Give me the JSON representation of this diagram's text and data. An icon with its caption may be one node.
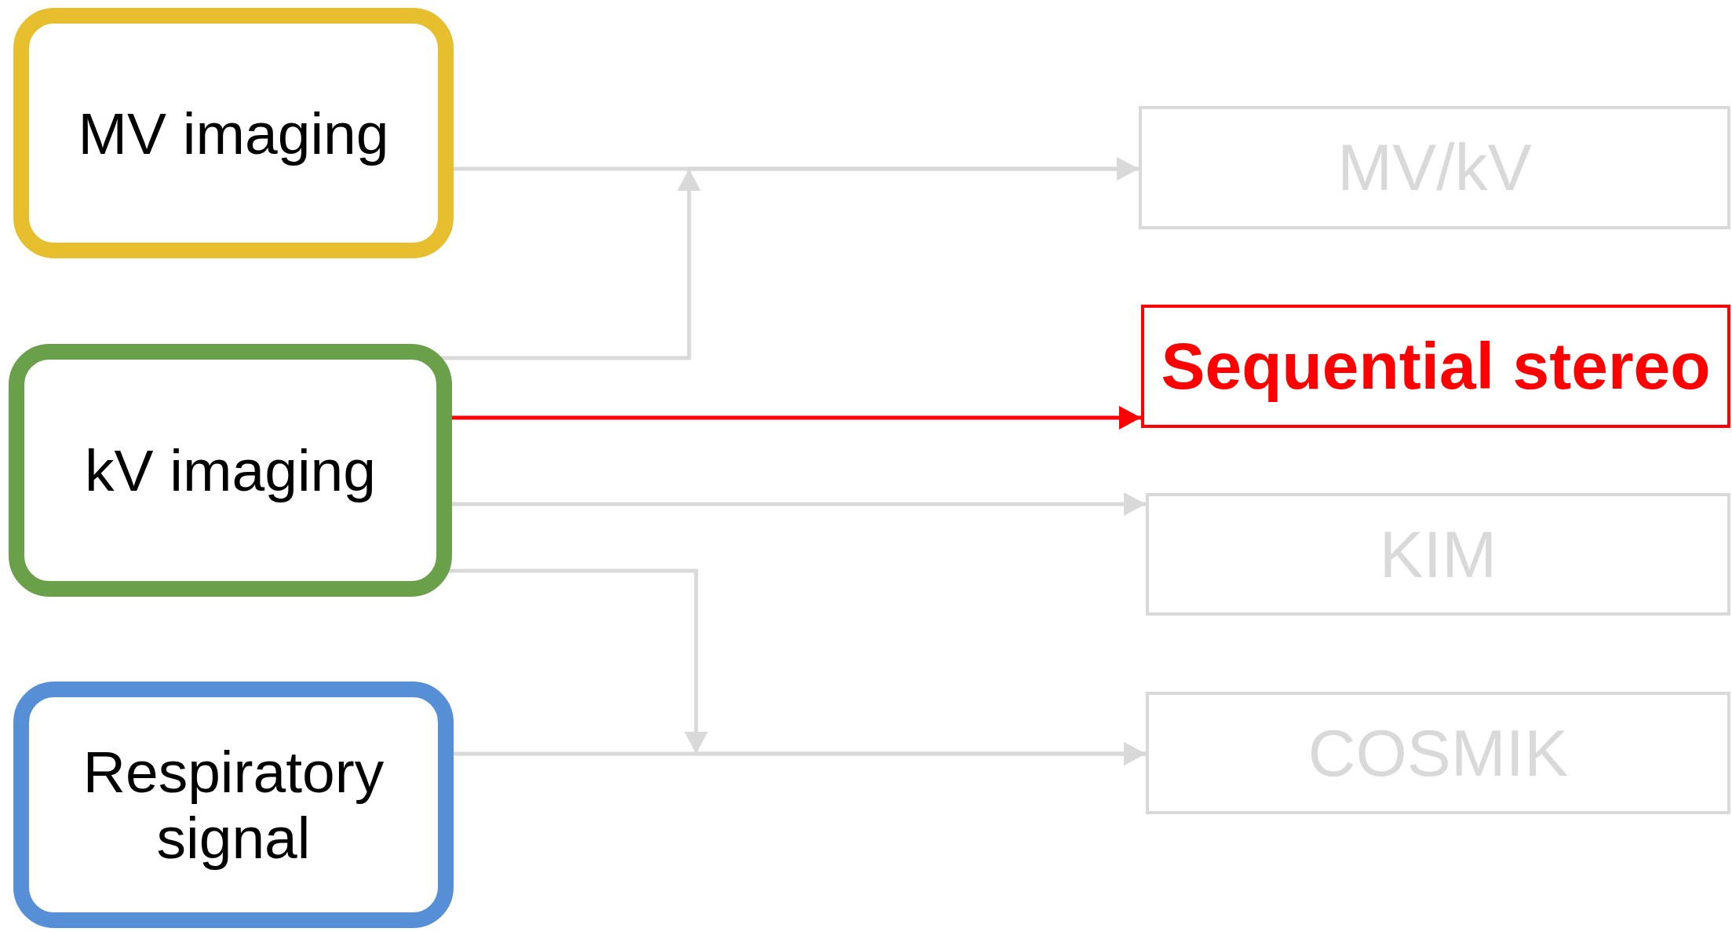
{
  "diagram": {
    "nodes": [
      {
        "text": [
          "MV imaging"
        ]
      },
      {
        "text": [
          "kV imaging"
        ]
      },
      {
        "text": [
          "Respiratory signal"
        ]
      },
      {
        "text": [
          "MV/kV"
        ]
      },
      {
        "text": [
          "Sequential stereo"
        ]
      },
      {
        "text": [
          "KIM"
        ]
      },
      {
        "text": [
          "COSMIK"
        ]
      }
    ],
    "edges": [
      {
        "from": 0,
        "to": 3,
        "arrow": "to"
      },
      {
        "from": 1,
        "to": 3,
        "arrow": "to"
      },
      {
        "from": 1,
        "to": 4,
        "arrow": "to",
        "color": "#ff0000"
      },
      {
        "from": 1,
        "to": 5,
        "arrow": "to"
      },
      {
        "from": 1,
        "to": 6,
        "arrow": "to"
      },
      {
        "from": 2,
        "to": 6,
        "arrow": "to"
      }
    ]
  }
}
